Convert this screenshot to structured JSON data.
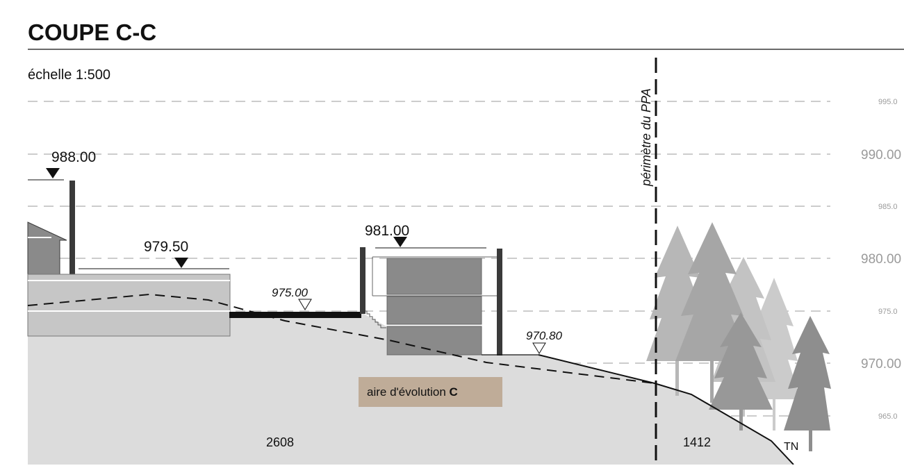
{
  "title": "COUPE  C-C",
  "scale_label": "échelle 1:500",
  "elevation_scale": [
    {
      "label": "995.0",
      "major": false
    },
    {
      "label": "990.00",
      "major": true
    },
    {
      "label": "985.0",
      "major": false
    },
    {
      "label": "980.00",
      "major": true
    },
    {
      "label": "975.0",
      "major": false
    },
    {
      "label": "970.00",
      "major": true
    },
    {
      "label": "965.0",
      "major": false
    }
  ],
  "level_markers": {
    "level_988": "988.00",
    "level_979": "979.50",
    "level_981": "981.00",
    "level_975": "975.00",
    "level_970": "970.80"
  },
  "perimeter_label": "périmètre du  PPA",
  "zone": {
    "text": "aire d'évolution ",
    "letter": "C",
    "color": "#bfac98"
  },
  "dimensions": {
    "left": "2608",
    "right": "1412"
  },
  "terrain_label": "TN",
  "colors": {
    "ground": "#dcdcdc",
    "platform": "#c6c6c6",
    "building": "#8a8a8a",
    "wall": "#3a3a3a",
    "tree_light": "#c9c9c9",
    "tree_mid": "#a8a8a8",
    "tree_dark": "#8a8a8a"
  }
}
